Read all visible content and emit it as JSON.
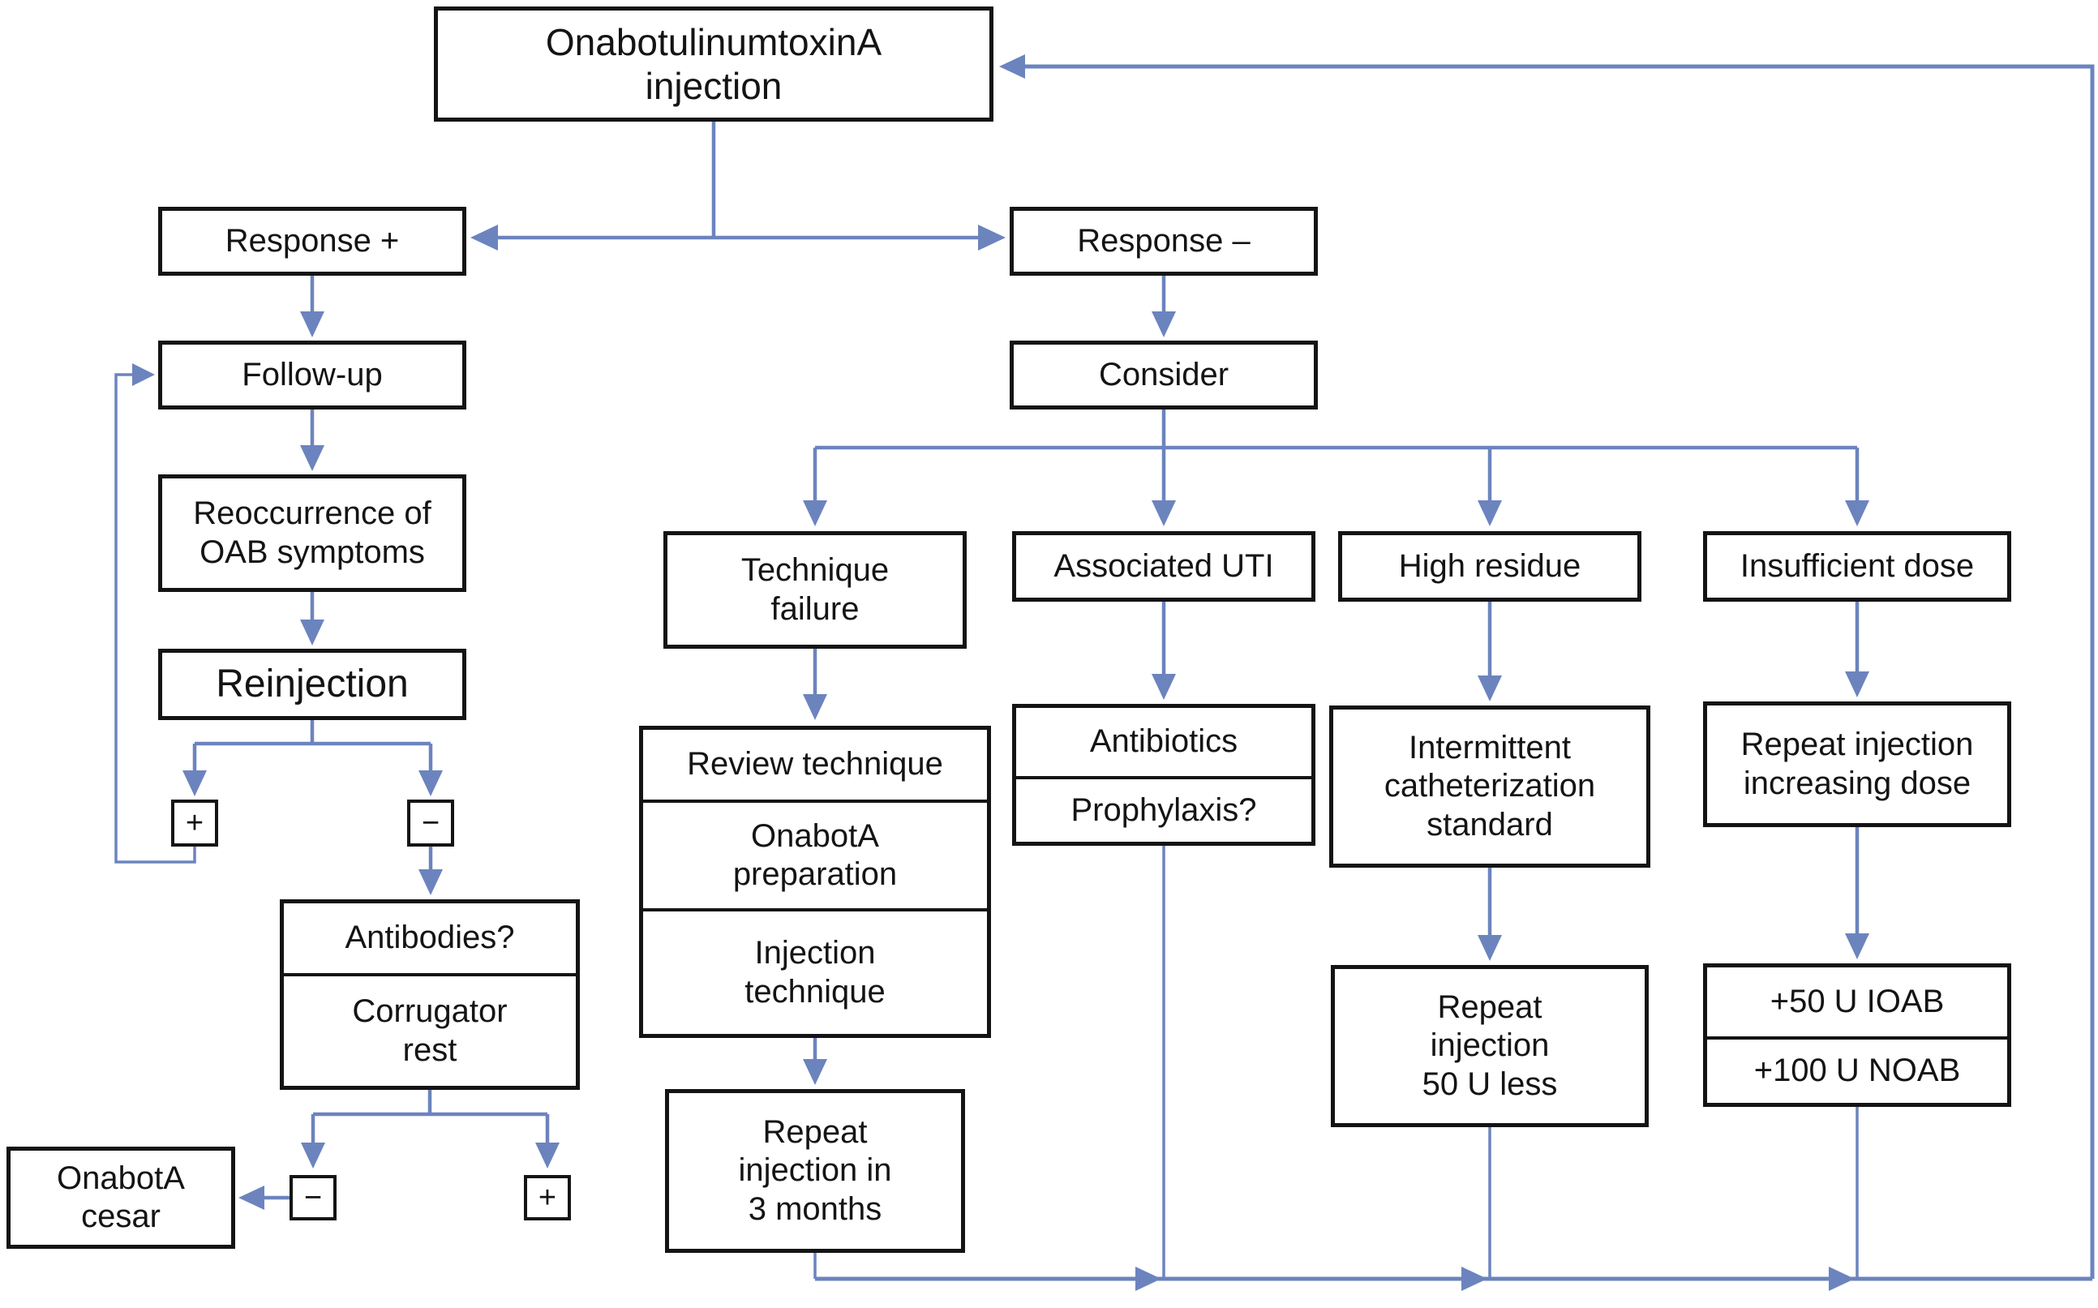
{
  "colors": {
    "connector": "#6c84be",
    "box_border": "#141414",
    "background": "#ffffff",
    "text": "#141414"
  },
  "nodes": {
    "start": "OnabotulinumtoxinA\ninjection",
    "response_plus": "Response +",
    "response_minus": "Response –",
    "follow_up": "Follow-up",
    "reoccurrence": "Reoccurrence of\nOAB symptoms",
    "reinjection": "Reinjection",
    "plus_after_reinjection": "+",
    "minus_after_reinjection": "−",
    "antibodies": "Antibodies?",
    "corrugator": "Corrugator\nrest",
    "minus_after_corrugator": "−",
    "plus_after_corrugator": "+",
    "onabota_cesar": "OnabotA\ncesar",
    "consider": "Consider",
    "technique_failure": "Technique\nfailure",
    "associated_uti": "Associated UTI",
    "high_residue": "High residue",
    "insufficient_dose": "Insufficient dose",
    "review_technique": "Review technique",
    "onabota_preparation": "OnabotA\npreparation",
    "injection_technique": "Injection\ntechnique",
    "repeat_3_months": "Repeat\ninjection in\n3 months",
    "antibiotics": "Antibiotics",
    "prophylaxis": "Prophylaxis?",
    "intermittent_cath": "Intermittent\ncatheterization\nstandard",
    "repeat_50_less": "Repeat\ninjection\n50 U less",
    "repeat_increasing": "Repeat injection\nincreasing dose",
    "dose_ioab": "+50 U IOAB",
    "dose_noab": "+100 U NOAB"
  }
}
